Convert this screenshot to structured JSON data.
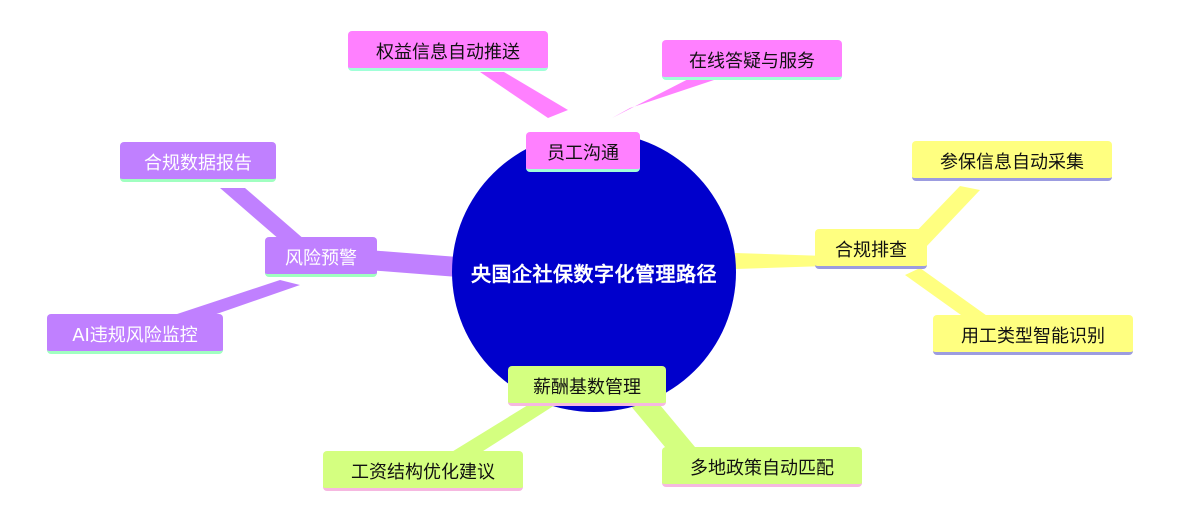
{
  "root": {
    "label": "央国企社保数字化管理路径",
    "color": "#0000cc"
  },
  "branches": [
    {
      "label": "员工沟通",
      "color": "#ff80ff",
      "children": [
        "权益信息自动推送",
        "在线答疑与服务"
      ]
    },
    {
      "label": "合规排查",
      "color": "#ffff80",
      "children": [
        "参保信息自动采集",
        "用工类型智能识别"
      ]
    },
    {
      "label": "薪酬基数管理",
      "color": "#d4ff80",
      "children": [
        "工资结构优化建议",
        "多地政策自动匹配"
      ]
    },
    {
      "label": "风险预警",
      "color": "#c080ff",
      "children": [
        "合规数据报告",
        "AI违规风险监控"
      ]
    }
  ]
}
